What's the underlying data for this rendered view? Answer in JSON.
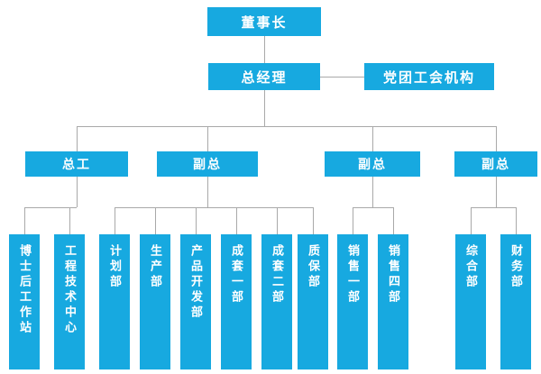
{
  "colors": {
    "node_fill": "#17a9e0",
    "node_text": "#ffffff",
    "connector": "#a9a9a9",
    "page_bg": "#ffffff"
  },
  "org": {
    "chairman": {
      "label": "董事长"
    },
    "general_manager": {
      "label": "总经理"
    },
    "party_org": {
      "label": "党团工会机构"
    },
    "executives": [
      {
        "label": "总工"
      },
      {
        "label": "副总"
      },
      {
        "label": "副总"
      },
      {
        "label": "副总"
      }
    ],
    "departments": [
      {
        "label": "博士后工作站",
        "parent": "总工"
      },
      {
        "label": "工程技术中心",
        "parent": "总工"
      },
      {
        "label": "计划部",
        "parent": "副总-1"
      },
      {
        "label": "生产部",
        "parent": "副总-1"
      },
      {
        "label": "产品开发部",
        "parent": "副总-1"
      },
      {
        "label": "成套一部",
        "parent": "副总-1"
      },
      {
        "label": "成套二部",
        "parent": "副总-1"
      },
      {
        "label": "质保部",
        "parent": "副总-1"
      },
      {
        "label": "销售一部",
        "parent": "副总-2"
      },
      {
        "label": "销售四部",
        "parent": "副总-2"
      },
      {
        "label": "综合部",
        "parent": "副总-3"
      },
      {
        "label": "财务部",
        "parent": "副总-3"
      }
    ]
  }
}
